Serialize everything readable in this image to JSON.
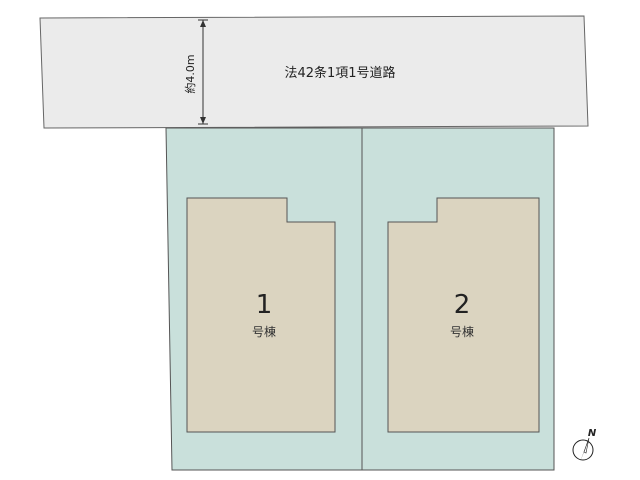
{
  "road": {
    "label": "法42条1項1号道路",
    "width_label": "約4.0m"
  },
  "lots": [
    {
      "number": "1",
      "name": "号棟"
    },
    {
      "number": "2",
      "name": "号棟"
    }
  ],
  "compass": {
    "label": "N"
  },
  "colors": {
    "road": "#ebebeb",
    "lot": "#c9e0db",
    "building": "#dbd4c0",
    "outline": "#555555"
  }
}
